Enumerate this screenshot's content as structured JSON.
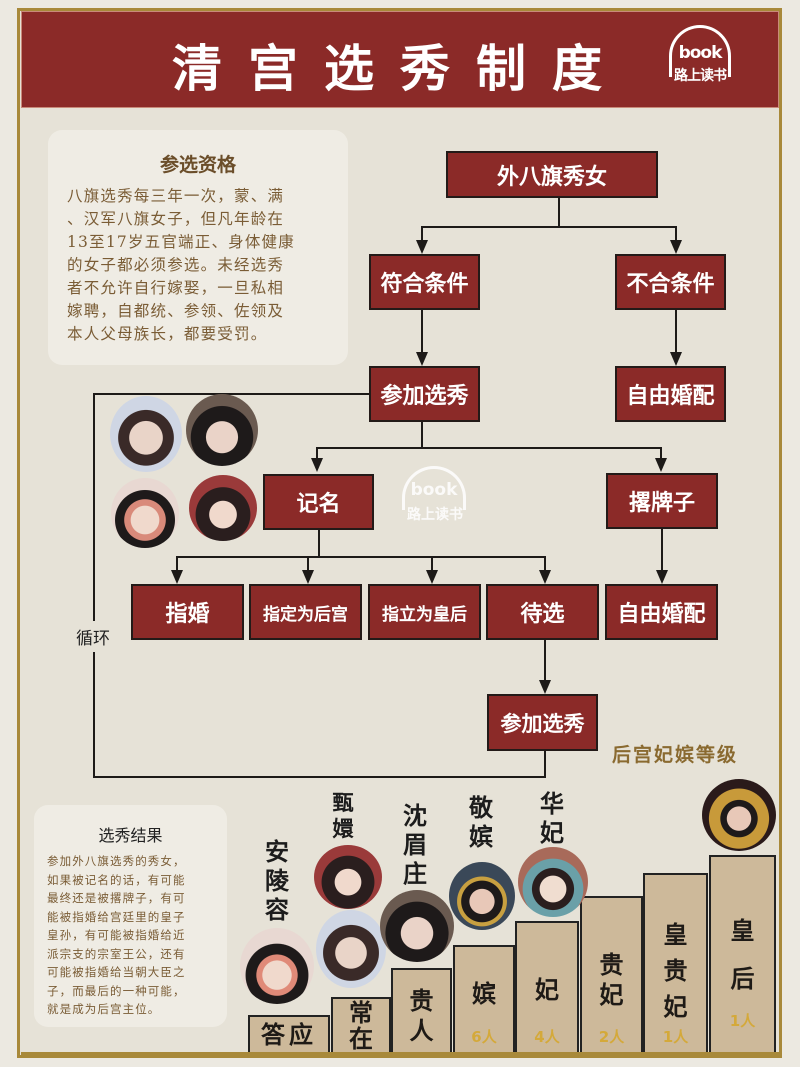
{
  "header": {
    "title": "清宫选秀制度",
    "logo": {
      "mark": "book",
      "sub": "路上读书"
    }
  },
  "eligibility": {
    "title": "参选资格",
    "lines": [
      "八旗选秀每三年一次，蒙、满",
      "、汉军八旗女子，但凡年龄在",
      "13至17岁五官端正、身体健康",
      "的女子都必须参选。未经选秀",
      "者不允许自行嫁娶，一旦私相",
      "嫁聘，自都统、参领、佐领及",
      "本人父母族长，都要受罚。"
    ]
  },
  "flow": {
    "root": "外八旗秀女",
    "qualified": "符合条件",
    "unqualified": "不合条件",
    "participate": "参加选秀",
    "free_marriage_1": "自由婚配",
    "recorded": "记名",
    "rejected": "撂牌子",
    "outcomes": [
      "指婚",
      "指定为后宫",
      "指立为皇后",
      "待选",
      "自由婚配"
    ],
    "participate_again": "参加选秀",
    "loop_label": "循环"
  },
  "watermark": {
    "mark": "book",
    "sub": "路上读书"
  },
  "results": {
    "title": "选秀结果",
    "lines": [
      "参加外八旗选秀的秀女，",
      "如果被记名的话，有可能",
      "最终还是被撂牌子，有可",
      "能被指婚给宫廷里的皇子",
      "皇孙，有可能被指婚给近",
      "派宗支的宗室王公，还有",
      "可能被指婚给当朝大臣之",
      "子，而最后的一种可能，",
      "就是成为后宫主位。"
    ]
  },
  "ranks": {
    "section_title": "后宫妃嫔等级",
    "steps": [
      {
        "rank": "答应",
        "count": ""
      },
      {
        "rank": "常在",
        "count": ""
      },
      {
        "rank": "贵人",
        "count": ""
      },
      {
        "rank": "嫔",
        "count": "6人"
      },
      {
        "rank": "妃",
        "count": "4人"
      },
      {
        "rank": "贵妃",
        "count": "2人"
      },
      {
        "rank": "皇贵妃",
        "count": "1人"
      },
      {
        "rank": "皇后",
        "count": "1人"
      }
    ],
    "characters": [
      {
        "name": "安陵容"
      },
      {
        "name": "甄嬛"
      },
      {
        "name": "沈眉庄"
      },
      {
        "name": "敬嫔"
      },
      {
        "name": "华妃"
      }
    ]
  },
  "colors": {
    "header_red": "#8b2a28",
    "node_red": "#8b2a28",
    "frame_gold": "#a8893a",
    "step_tan": "#cdb99a",
    "count_gold": "#d4a93a",
    "label_gold": "#8a6a30",
    "background": "#e6e2d7"
  }
}
